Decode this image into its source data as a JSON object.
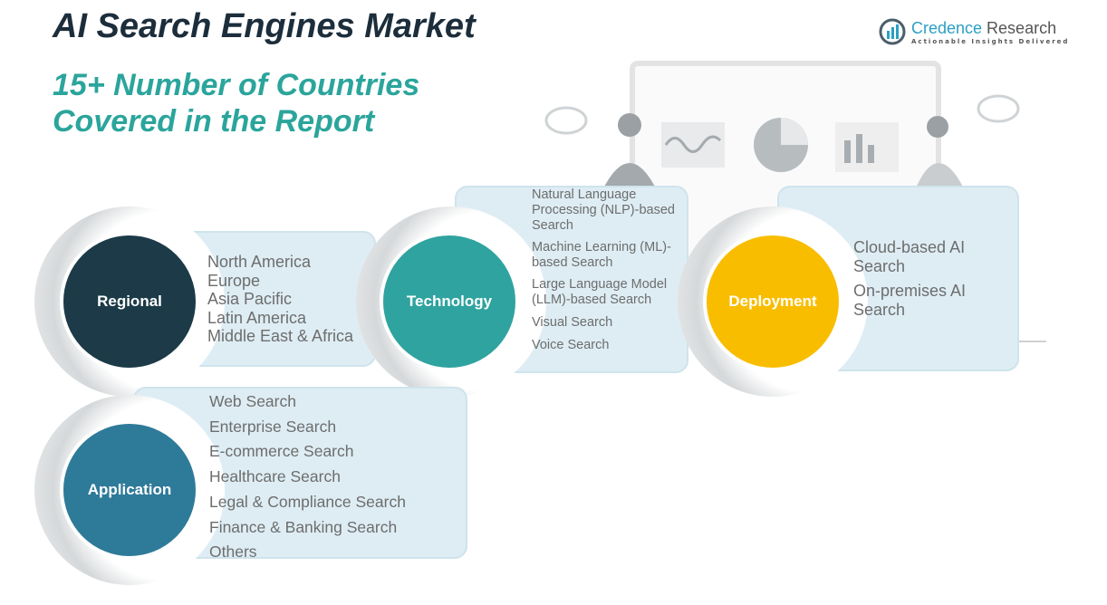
{
  "title": "AI Search Engines Market",
  "subtitle_line1": "15+ Number of Countries",
  "subtitle_line2": "Covered in the Report",
  "logo": {
    "name_a": "Credence",
    "name_b": " Research",
    "tagline": "Actionable Insights Delivered"
  },
  "segments": {
    "regional": {
      "label": "Regional",
      "color": "#1c3a47",
      "items": [
        "North America",
        "Europe",
        "Asia Pacific",
        "Latin America",
        "Middle East & Africa"
      ]
    },
    "technology": {
      "label": "Technology",
      "color": "#2fa39f",
      "items": [
        "Natural Language Processing (NLP)-based Search",
        "Machine Learning (ML)-based Search",
        "Large Language Model (LLM)-based Search",
        "Visual Search",
        "Voice Search"
      ]
    },
    "deployment": {
      "label": "Deployment",
      "color": "#f9bd00",
      "items": [
        "Cloud-based AI Search",
        "On-premises AI Search"
      ]
    },
    "application": {
      "label": "Application",
      "color": "#2e7a99",
      "items": [
        "Web Search",
        "Enterprise Search",
        "E-commerce Search",
        "Healthcare Search",
        "Legal & Compliance Search",
        "Finance & Banking Search",
        "Others"
      ]
    }
  }
}
